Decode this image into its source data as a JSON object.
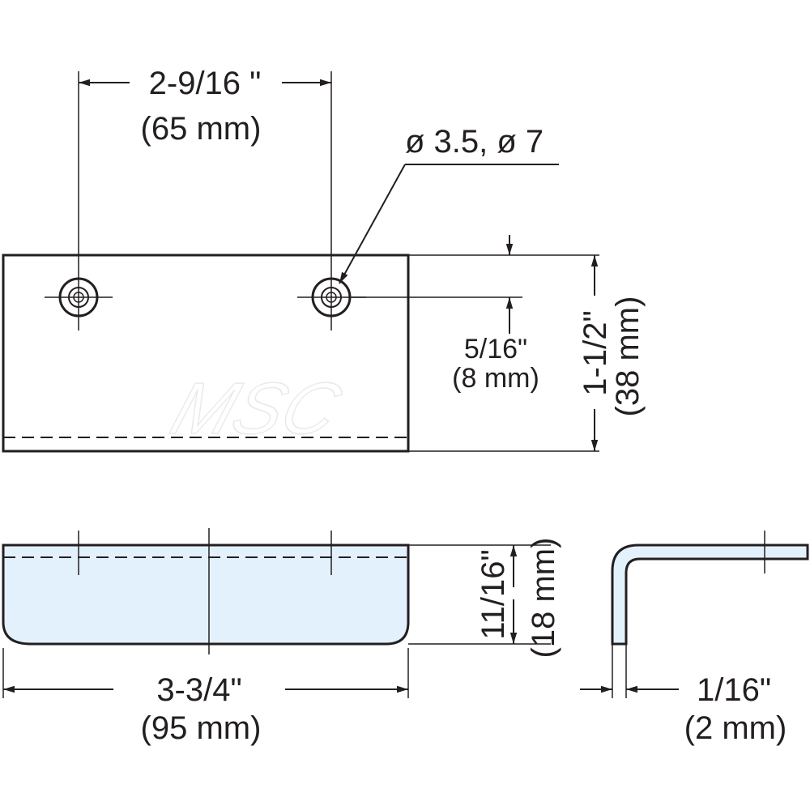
{
  "dimensions": {
    "hole_spacing": {
      "inch": "2-9/16 \"",
      "mm": "(65 mm)"
    },
    "hole_diameter": {
      "label": "ø 3.5, ø 7"
    },
    "hole_offset": {
      "inch": "5/16\"",
      "mm": "(8 mm)"
    },
    "plate_height": {
      "inch": "1-1/2\"",
      "mm": "(38 mm)"
    },
    "plate_length": {
      "inch": "3-3/4\"",
      "mm": "(95 mm)"
    },
    "flange_depth": {
      "inch": "11/16\"",
      "mm": "(18 mm)"
    },
    "thickness": {
      "inch": "1/16\"",
      "mm": "(2 mm)"
    }
  },
  "watermark": "MSC",
  "colors": {
    "ink": "#231f20",
    "fill": "#e3f1fc"
  }
}
